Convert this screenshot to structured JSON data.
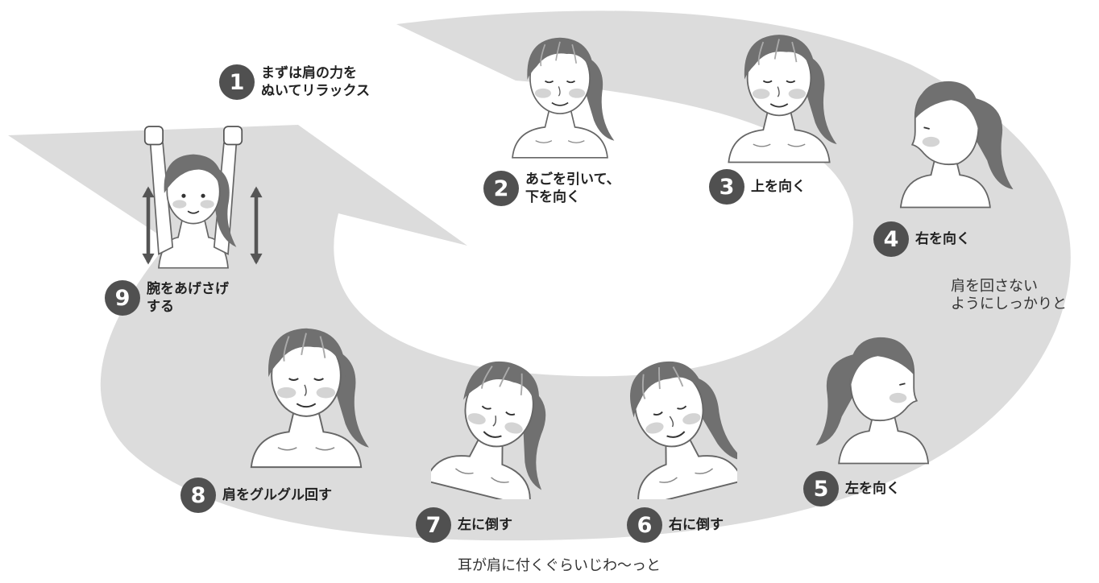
{
  "colors": {
    "band": "#dcdcdc",
    "badge": "#505050",
    "hair": "#707070",
    "skin": "#ffffff",
    "blush": "#d4d4d4"
  },
  "steps": [
    {
      "num": "1",
      "line1": "まずは肩の力を",
      "line2": "ぬいてリラックス"
    },
    {
      "num": "2",
      "line1": "あごを引いて、",
      "line2": "下を向く"
    },
    {
      "num": "3",
      "line1": "上を向く",
      "line2": ""
    },
    {
      "num": "4",
      "line1": "右を向く",
      "line2": ""
    },
    {
      "num": "5",
      "line1": "左を向く",
      "line2": ""
    },
    {
      "num": "6",
      "line1": "右に倒す",
      "line2": ""
    },
    {
      "num": "7",
      "line1": "左に倒す",
      "line2": ""
    },
    {
      "num": "8",
      "line1": "肩をグルグル回す",
      "line2": ""
    },
    {
      "num": "9",
      "line1": "腕をあげさげ",
      "line2": "する"
    }
  ],
  "notes": {
    "shoulder_line1": "肩を回さない",
    "shoulder_line2": "ようにしっかりと",
    "ear": "耳が肩に付くぐらいじわ〜っと"
  },
  "icons": [
    "woman-face-icon",
    "woman-tilt-icon",
    "woman-profile-icon",
    "woman-arms-up-icon",
    "up-down-arrow-icon"
  ]
}
